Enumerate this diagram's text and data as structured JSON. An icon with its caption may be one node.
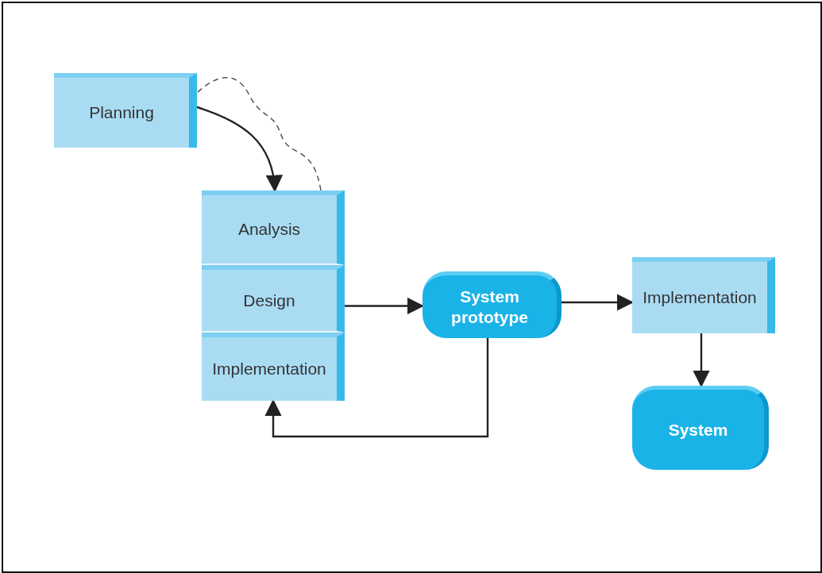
{
  "diagram": {
    "nodes": [
      {
        "text": [
          "Planning"
        ]
      },
      {
        "text": [
          "Analysis"
        ]
      },
      {
        "text": [
          "Design"
        ]
      },
      {
        "text": [
          "Implementation"
        ]
      },
      {
        "text": [
          "System prototype"
        ]
      },
      {
        "text": [
          "Implementation"
        ]
      },
      {
        "text": [
          "System"
        ]
      }
    ],
    "edges": [
      {
        "from": 0,
        "to": 1,
        "arrow": "to"
      },
      {
        "from": 1,
        "to": 0,
        "arrow": "none",
        "style": "dashed"
      },
      {
        "from": 2,
        "to": 4,
        "arrow": "to"
      },
      {
        "from": 4,
        "to": 3,
        "arrow": "to"
      },
      {
        "from": 4,
        "to": 5,
        "arrow": "to"
      },
      {
        "from": 5,
        "to": 6,
        "arrow": "to"
      }
    ]
  }
}
